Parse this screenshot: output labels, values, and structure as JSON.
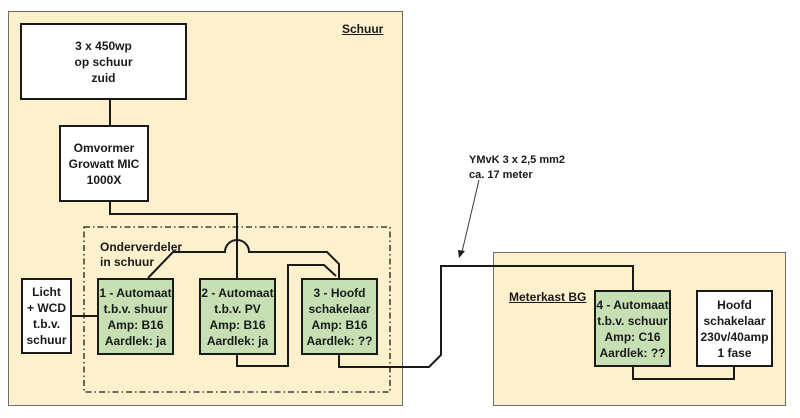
{
  "zones": {
    "schuur": {
      "label": "Schuur"
    },
    "meterkast": {
      "label": "Meterkast BG"
    }
  },
  "subpanel": {
    "label_lines": [
      "Onderverdeler",
      "in schuur"
    ]
  },
  "cable": {
    "label_lines": [
      "YMvK 3 x 2,5 mm2",
      "ca. 17 meter"
    ]
  },
  "boxes": {
    "panels": {
      "lines": [
        "3 x 450wp",
        "op schuur",
        "zuid"
      ]
    },
    "inverter": {
      "lines": [
        "Omvormer",
        "Growatt MIC",
        "1000X"
      ]
    },
    "light": {
      "lines": [
        "Licht",
        "+ WCD",
        "t.b.v.",
        "schuur"
      ]
    },
    "breaker1": {
      "lines": [
        "1 - Automaat",
        "t.b.v. shuur",
        "Amp: B16",
        "Aardlek: ja"
      ]
    },
    "breaker2": {
      "lines": [
        "2 - Automaat",
        "t.b.v. PV",
        "Amp: B16",
        "Aardlek: ja"
      ]
    },
    "breaker3": {
      "lines": [
        "3 - Hoofd",
        "schakelaar",
        "Amp: B16",
        "Aardlek: ??"
      ]
    },
    "breaker4": {
      "lines": [
        "4 - Automaat",
        "t.b.v. schuur",
        "Amp: C16",
        "Aardlek: ??"
      ]
    },
    "main_switch": {
      "lines": [
        "Hoofd",
        "schakelaar",
        "230v/40amp",
        "1 fase"
      ]
    }
  },
  "colors": {
    "zone_fill": "#fdf0cd",
    "breaker_fill": "#c6e0b4",
    "line": "#1a1a1a"
  }
}
